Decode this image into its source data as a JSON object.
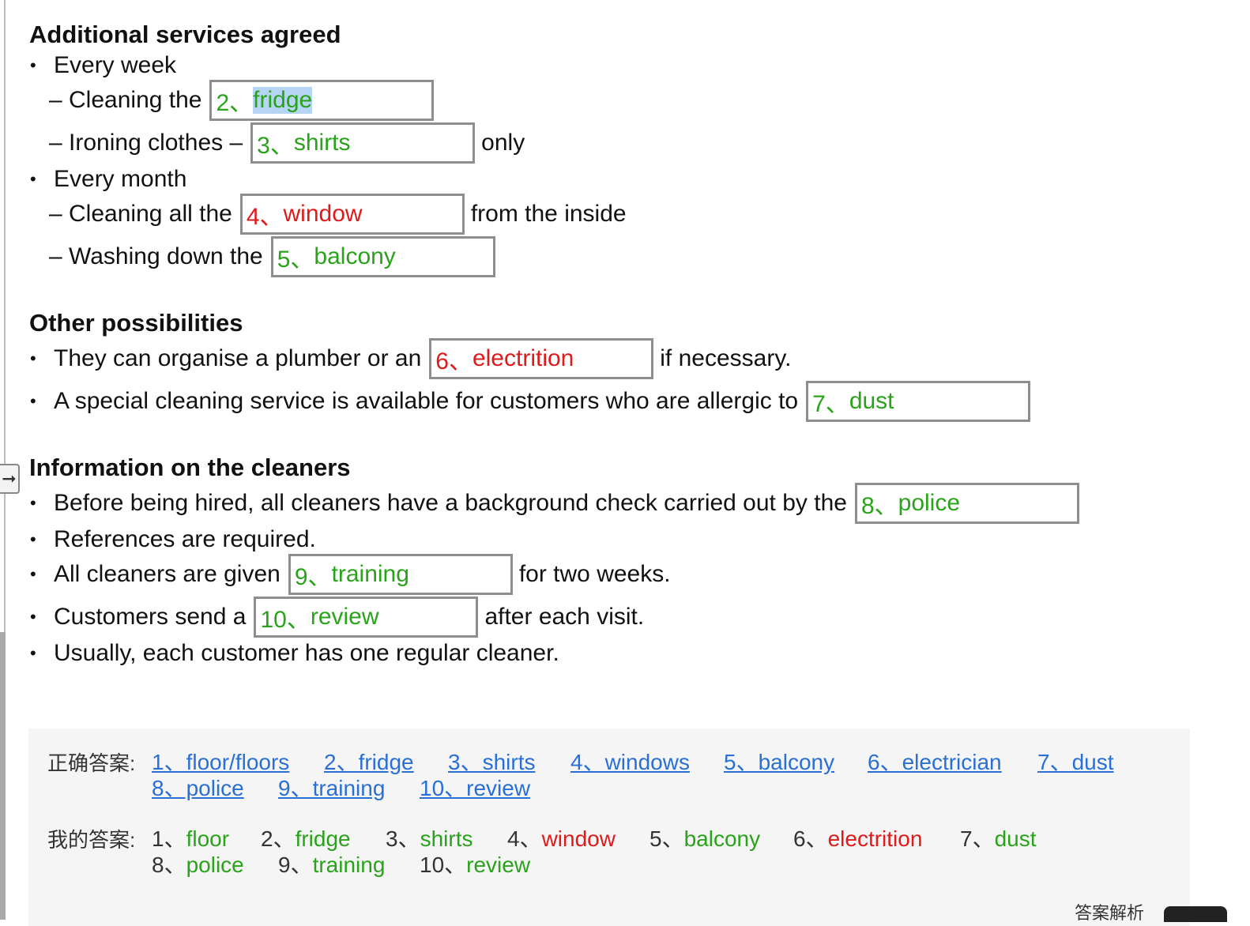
{
  "sections": {
    "additional": {
      "heading": "Additional services agreed"
    },
    "other": {
      "heading": "Other possibilities"
    },
    "info": {
      "heading": "Information on the cleaners"
    }
  },
  "lines": {
    "every_week": "Every week",
    "cleaning_the": "– Cleaning the",
    "ironing": "– Ironing clothes –",
    "only": "only",
    "every_month": "Every month",
    "cleaning_all": "– Cleaning all the",
    "from_inside": "from the inside",
    "washing": "– Washing down the",
    "plumber": "They can organise a plumber or an",
    "if_necessary": "if necessary.",
    "allergic": "A special cleaning service is available for customers who are allergic to",
    "background": "Before being hired, all cleaners have a background check carried out by the",
    "references": "References are required.",
    "given": "All cleaners are given",
    "two_weeks": "for two weeks.",
    "send": "Customers send a",
    "after_visit": "after each visit.",
    "regular": "Usually, each customer has one regular cleaner."
  },
  "blanks": {
    "b2": {
      "num": "2、",
      "value": "fridge",
      "status": "correct"
    },
    "b3": {
      "num": "3、",
      "value": "shirts",
      "status": "correct"
    },
    "b4": {
      "num": "4、",
      "value": "window",
      "status": "wrong"
    },
    "b5": {
      "num": "5、",
      "value": "balcony",
      "status": "correct"
    },
    "b6": {
      "num": "6、",
      "value": "electrition",
      "status": "wrong"
    },
    "b7": {
      "num": "7、",
      "value": "dust",
      "status": "correct"
    },
    "b8": {
      "num": "8、",
      "value": "police",
      "status": "correct"
    },
    "b9": {
      "num": "9、",
      "value": "training",
      "status": "correct"
    },
    "b10": {
      "num": "10、",
      "value": "review",
      "status": "correct"
    }
  },
  "answers": {
    "correct_label": "正确答案:",
    "mine_label": "我的答案:",
    "correct": [
      "1、floor/floors",
      "2、fridge",
      "3、shirts",
      "4、windows",
      "5、balcony",
      "6、electrician",
      "7、dust",
      "8、police",
      "9、training",
      "10、review"
    ],
    "mine": [
      {
        "num": "1、",
        "value": "floor"
      },
      {
        "num": "2、",
        "value": "fridge"
      },
      {
        "num": "3、",
        "value": "shirts"
      },
      {
        "num": "4、",
        "value": "window"
      },
      {
        "num": "5、",
        "value": "balcony"
      },
      {
        "num": "6、",
        "value": "electrition"
      },
      {
        "num": "7、",
        "value": "dust"
      },
      {
        "num": "8、",
        "value": "police"
      },
      {
        "num": "9、",
        "value": "training"
      },
      {
        "num": "10、",
        "value": "review"
      }
    ],
    "analysis_label": "答案解析"
  },
  "colors": {
    "correct": "#29a31a",
    "wrong": "#e0191b",
    "link": "#2a6fd6"
  },
  "icons": {
    "side_tab": "arrow-right-icon"
  }
}
